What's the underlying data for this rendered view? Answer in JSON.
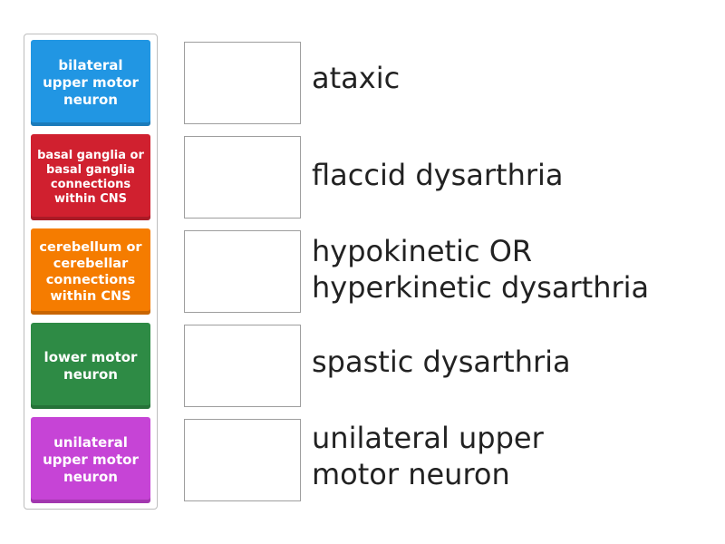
{
  "tiles": [
    {
      "text": "bilateral upper motor neuron",
      "color": "#2196e3"
    },
    {
      "text": "basal ganglia or basal ganglia connections within CNS",
      "color": "#d0202f"
    },
    {
      "text": "cerebellum or cerebellar connections within CNS",
      "color": "#f57c00"
    },
    {
      "text": "lower motor neuron",
      "color": "#2e8b45"
    },
    {
      "text": "unilateral upper motor neuron",
      "color": "#c644d6"
    }
  ],
  "targets": [
    {
      "line1": "ataxic",
      "line2": ""
    },
    {
      "line1": "flaccid dysarthria",
      "line2": ""
    },
    {
      "line1": "hypokinetic OR",
      "line2": "hyperkinetic dysarthria"
    },
    {
      "line1": "spastic dysarthria",
      "line2": ""
    },
    {
      "line1": "unilateral upper",
      "line2": "motor neuron"
    }
  ]
}
